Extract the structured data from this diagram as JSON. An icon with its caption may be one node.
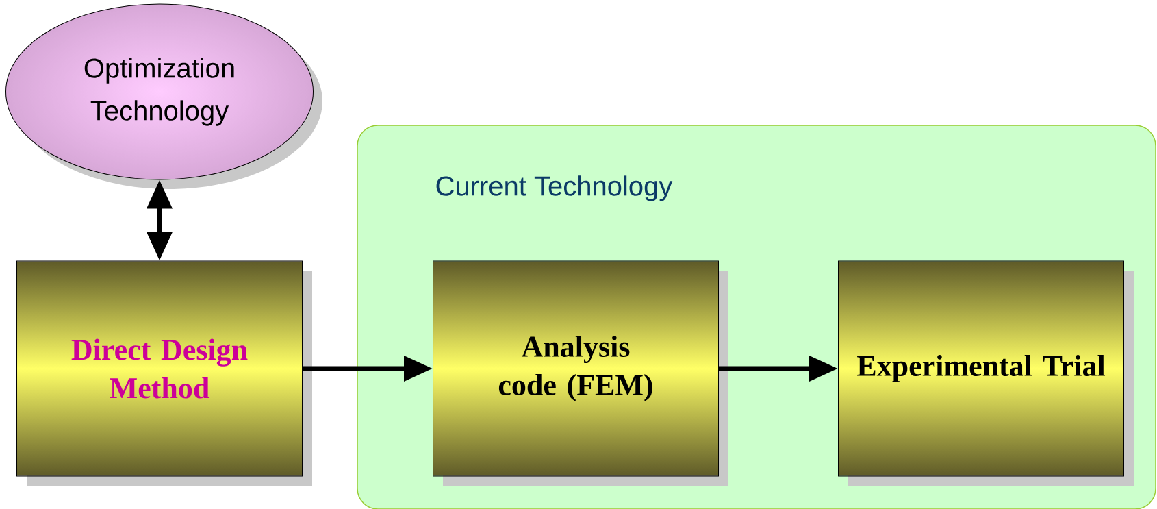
{
  "diagram": {
    "nodes": [
      {
        "text": [
          "Optimization Technology"
        ]
      },
      {
        "text": [
          "Direct Design Method"
        ]
      },
      {
        "text": [
          "Current Technology"
        ]
      },
      {
        "text": [
          "Analysis code (FEM)"
        ],
        "in": 2
      },
      {
        "text": [
          "Experimental Trial"
        ],
        "in": 2
      }
    ],
    "edges": [
      {
        "from": 0,
        "to": 1,
        "arrow": "both"
      },
      {
        "from": 1,
        "to": 3,
        "arrow": "to"
      },
      {
        "from": 3,
        "to": 4,
        "arrow": "to"
      }
    ]
  }
}
